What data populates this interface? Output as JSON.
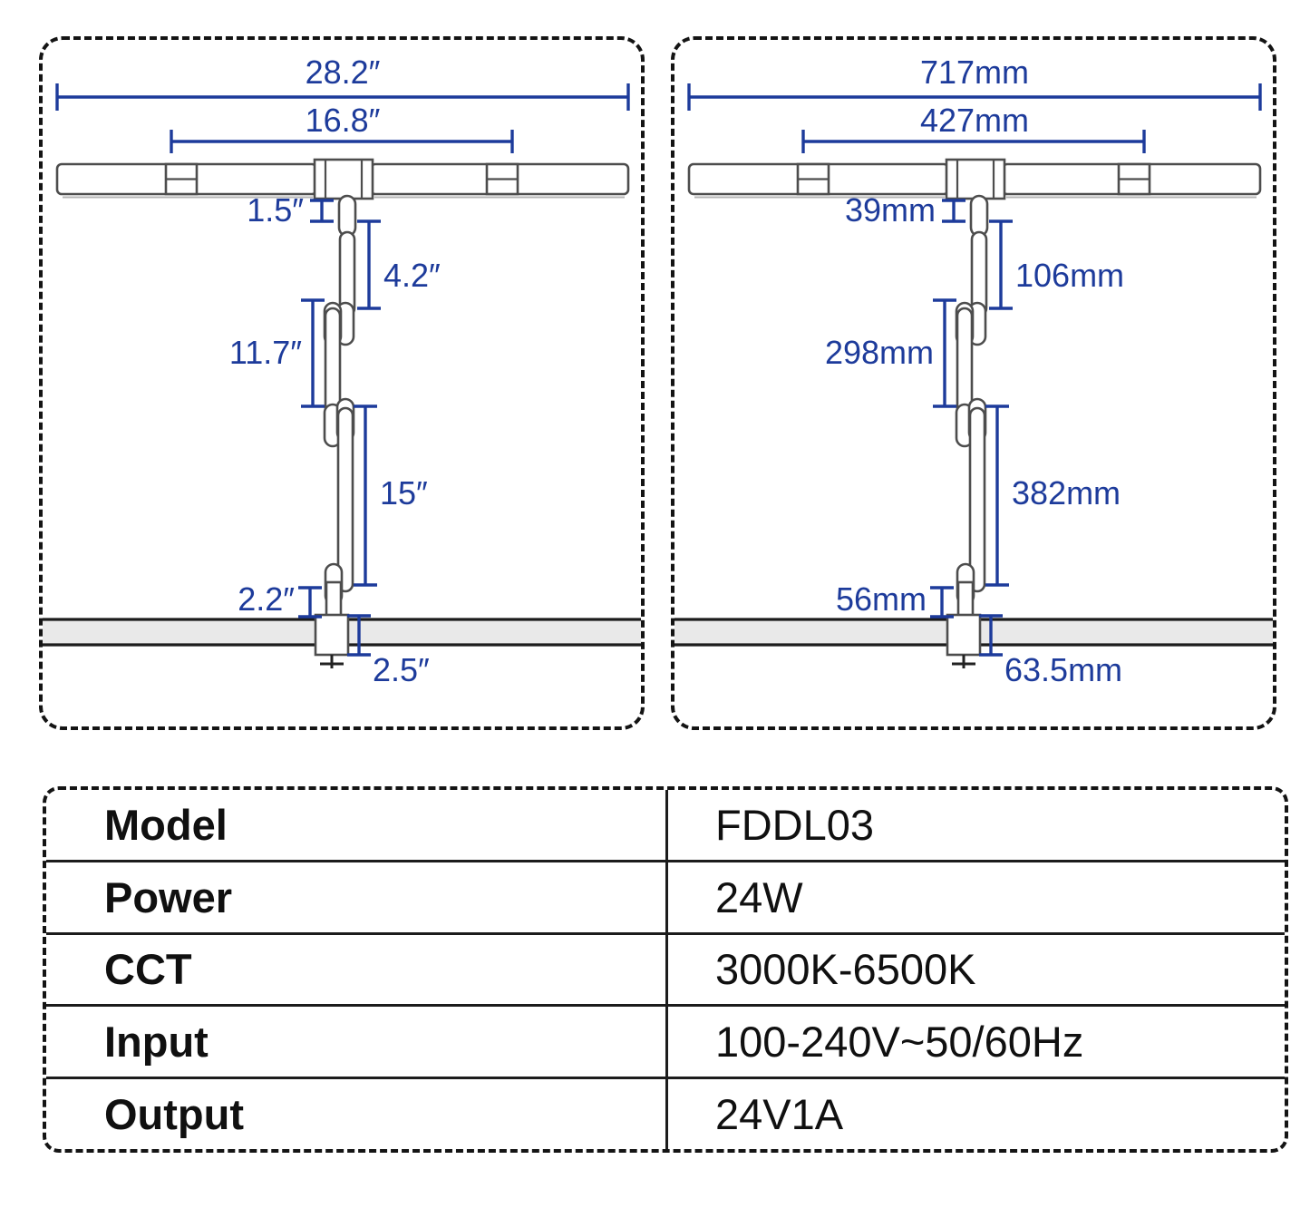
{
  "colors": {
    "dimension_blue": "#1d3b9b",
    "lamp_outline_gray": "#4d4d4d",
    "desk_fill_gray": "#e9e9e9",
    "line_black": "#1c1c1c"
  },
  "diagram_panels": [
    {
      "unit": "inches",
      "dims": {
        "total": "28.2″",
        "head": "16.8″",
        "neck": "1.5″",
        "upper_arm": "4.2″",
        "middle_arm": "11.7″",
        "lower_arm": "15″",
        "above_desk": "2.2″",
        "clamp_range": "2.5″"
      }
    },
    {
      "unit": "millimeters",
      "dims": {
        "total": "717mm",
        "head": "427mm",
        "neck": "39mm",
        "upper_arm": "106mm",
        "middle_arm": "298mm",
        "lower_arm": "382mm",
        "above_desk": "56mm",
        "clamp_range": "63.5mm"
      }
    }
  ],
  "spec_table": {
    "rows": [
      {
        "label": "Model",
        "value": "FDDL03"
      },
      {
        "label": "Power",
        "value": "24W"
      },
      {
        "label": "CCT",
        "value": "3000K-6500K"
      },
      {
        "label": "Input",
        "value": "100-240V~50/60Hz"
      },
      {
        "label": "Output",
        "value": "24V1A"
      }
    ]
  }
}
